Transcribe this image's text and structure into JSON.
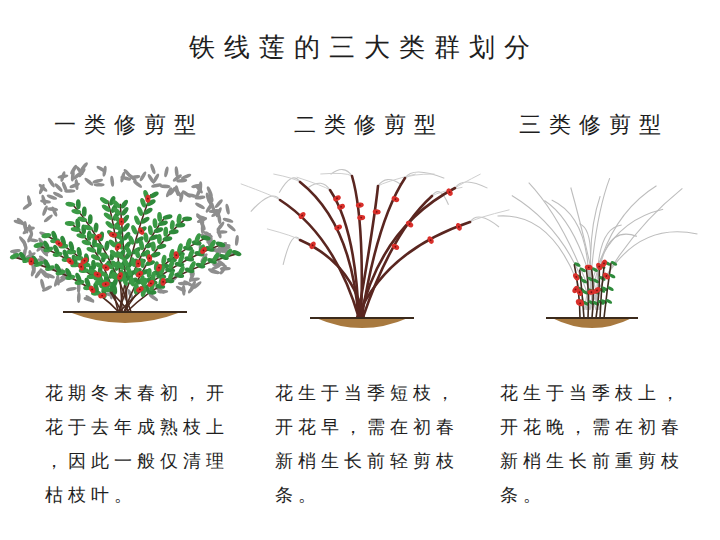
{
  "diagram": {
    "title": "铁线莲的三大类群划分",
    "labels": [
      "一类修剪型",
      "二类修剪型",
      "三类修剪型",
      "花期冬末春初，开花于去年成熟枝上，因此一般仅清理枯枝叶。",
      "花生于当季短枝，开花早，需在初春新梢生长前轻剪枝条。",
      "花生于当季枝上，开花晚，需在初春新梢生长前重剪枝条。"
    ]
  }
}
